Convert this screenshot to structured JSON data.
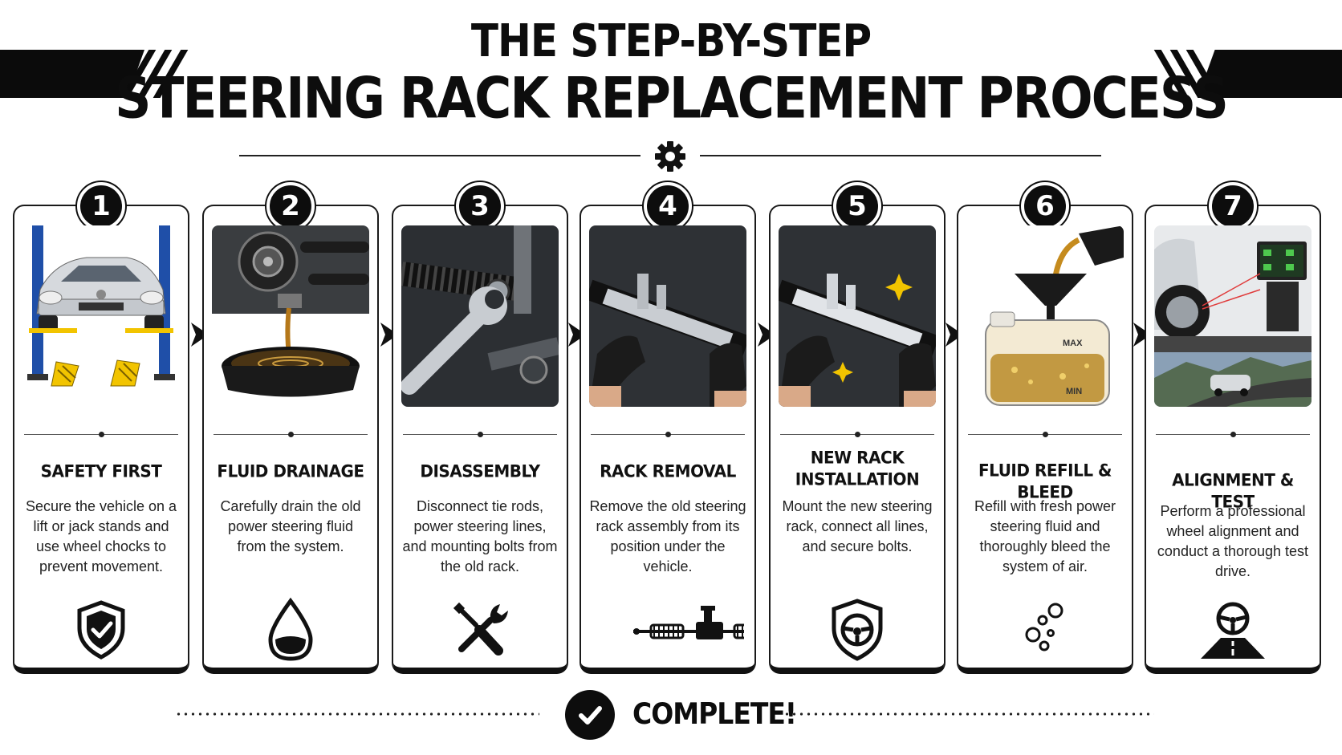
{
  "header": {
    "title_line1": "THE STEP-BY-STEP",
    "title_line2": "STEERING RACK REPLACEMENT PROCESS",
    "divider_icon": "gear-icon"
  },
  "steps": [
    {
      "number": "1",
      "title": "SAFETY FIRST",
      "description": "Secure the vehicle on a lift or jack stands and use wheel chocks to prevent movement.",
      "icon": "shield-check-icon",
      "photo": "car-on-lift-photo"
    },
    {
      "number": "2",
      "title": "FLUID DRAINAGE",
      "description": "Carefully drain the old power steering fluid from the system.",
      "icon": "fluid-drop-icon",
      "photo": "fluid-drain-photo"
    },
    {
      "number": "3",
      "title": "DISASSEMBLY",
      "description": "Disconnect tie rods, power steering lines, and mounting bolts from the old rack.",
      "icon": "wrench-screwdriver-icon",
      "photo": "wrench-disassembly-photo"
    },
    {
      "number": "4",
      "title": "RACK REMOVAL",
      "description": "Remove the old steering rack assembly from its position under the vehicle.",
      "icon": "steering-rack-icon",
      "photo": "rack-removal-photo"
    },
    {
      "number": "5",
      "title": "NEW RACK INSTALLATION",
      "description": "Mount the new steering rack, connect all lines, and secure bolts.",
      "icon": "shield-steering-wheel-icon",
      "photo": "new-rack-install-photo"
    },
    {
      "number": "6",
      "title": "FLUID REFILL & BLEED",
      "description": "Refill with fresh power steering fluid and thoroughly bleed the system of air.",
      "icon": "air-bubbles-icon",
      "photo": "fluid-refill-photo",
      "reservoir_max": "MAX",
      "reservoir_min": "MIN"
    },
    {
      "number": "7",
      "title": "ALIGNMENT & TEST",
      "description": "Perform a professional wheel alignment and conduct a thorough test drive.",
      "icon": "steering-wheel-road-icon",
      "photo": "alignment-test-photo"
    }
  ],
  "footer": {
    "complete_label": "COMPLETE!",
    "icon": "check-circle-icon"
  },
  "colors": {
    "primary": "#0d0d0d",
    "accent_yellow": "#f2c400",
    "lift_blue": "#1f4fa8",
    "fluid_amber": "#b5781a"
  }
}
